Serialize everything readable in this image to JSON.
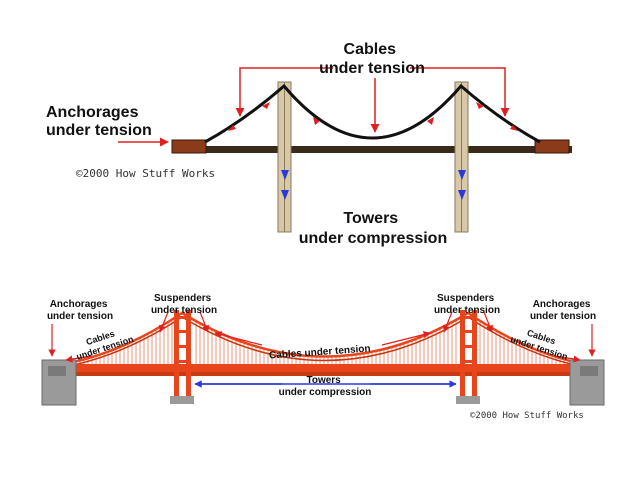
{
  "top_diagram": {
    "cables_label": [
      "Cables",
      "under tension"
    ],
    "anchorages_label": [
      "Anchorages",
      "under tension"
    ],
    "towers_label": [
      "Towers",
      "under compression"
    ],
    "copyright": "©2000 How Stuff Works"
  },
  "bottom_diagram": {
    "left_anchorages_label": [
      "Anchorages",
      "under tension"
    ],
    "right_anchorages_label": [
      "Anchorages",
      "under tension"
    ],
    "left_suspenders_label": [
      "Suspenders",
      "under tension"
    ],
    "right_suspenders_label": [
      "Suspenders",
      "under tension"
    ],
    "left_cables_label": [
      "Cables",
      "under tension"
    ],
    "right_cables_label": [
      "Cables",
      "under tension"
    ],
    "main_cables_label": "Cables under tension",
    "towers_label": [
      "Towers",
      "under compression"
    ],
    "copyright": "©2000 How Stuff Works"
  },
  "colors": {
    "arrow_red": "#e02020",
    "bridge_red": "#e8451c",
    "deck_dark": "#3a2a1a",
    "anchorage_brown": "#8b3a1a",
    "tower_tan": "#d8c8a8",
    "compression_blue": "#2a3ad8",
    "concrete_gray": "#9a9a9a"
  }
}
